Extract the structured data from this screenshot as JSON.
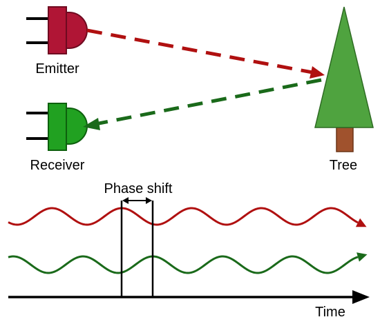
{
  "labels": {
    "emitter": "Emitter",
    "receiver": "Receiver",
    "tree": "Tree",
    "phase_shift": "Phase shift",
    "time": "Time"
  },
  "colors": {
    "emitter_body": "#b01535",
    "emitter_stroke": "#6f0a20",
    "emitter_wave": "#b01010",
    "receiver_body": "#21a121",
    "receiver_stroke": "#0d600d",
    "receiver_wave": "#1a6a1a",
    "tree_crown": "#4fa33f",
    "tree_crown_stroke": "#2d6a22",
    "tree_trunk": "#a0522d",
    "tree_trunk_stroke": "#6b3417",
    "axis": "#000000"
  },
  "icons": {
    "emitter": "led-emitter-icon",
    "receiver": "led-receiver-icon",
    "tree": "tree-icon"
  }
}
